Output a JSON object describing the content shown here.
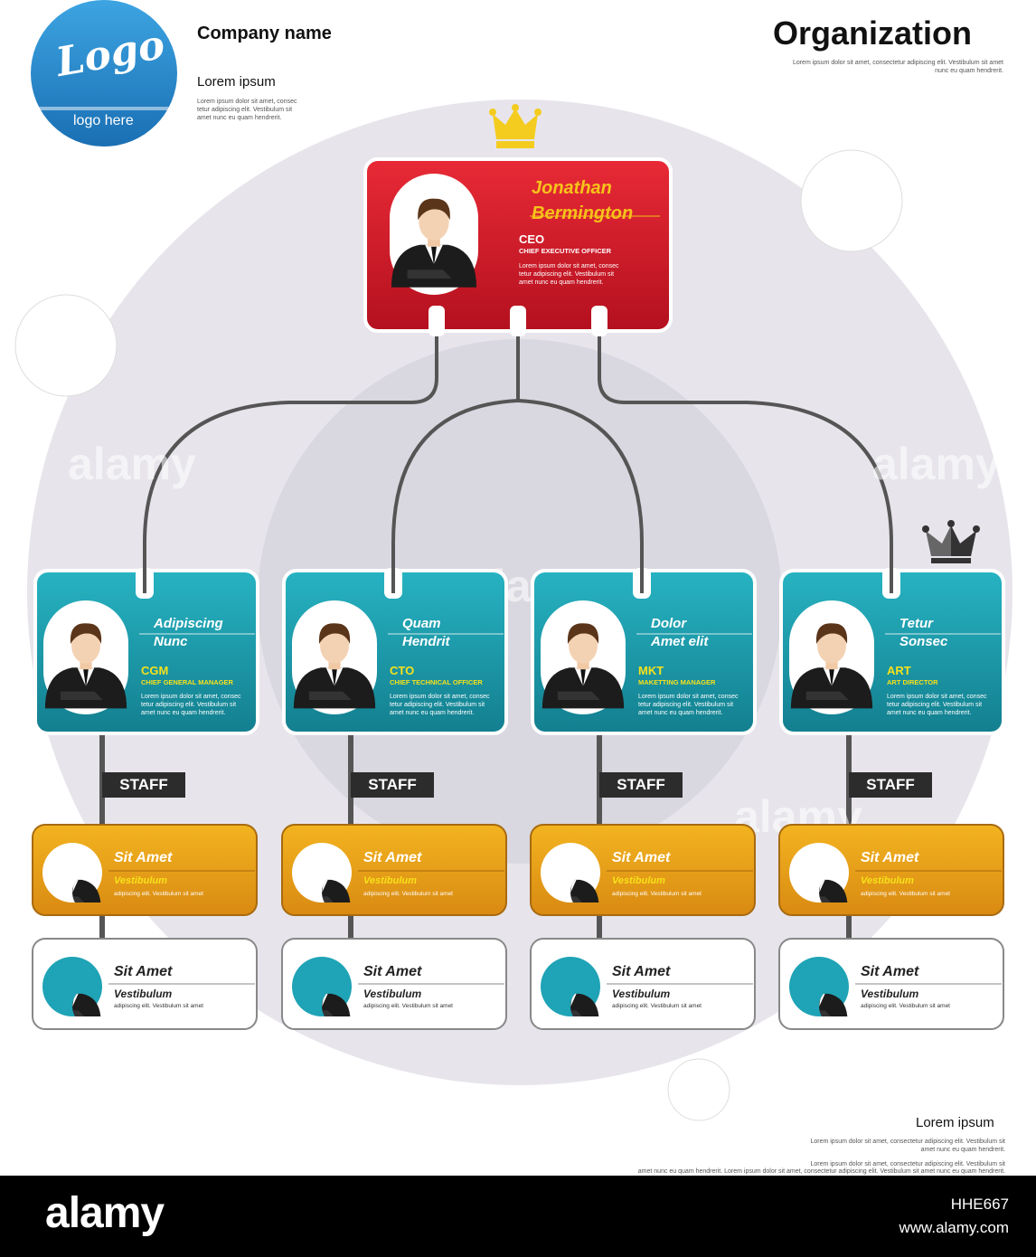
{
  "header": {
    "logo_word": "Logo",
    "logo_sub": "logo here",
    "company_name": "Company name",
    "lorem_title": "Lorem ipsum",
    "lorem_small": "Lorem ipsum dolor sit amet, consec tetur adipiscing elit. Vestibulum sit amet nunc eu quam hendrerit.",
    "page_title": "Organization",
    "title_small": "Lorem ipsum dolor sit amet, consectetur adipiscing elit. Vestibulum sit amet nunc eu quam hendrerit."
  },
  "ceo": {
    "name_line1": "Jonathan",
    "name_line2": "Bermington",
    "abbr": "CEO",
    "role": "CHIEF EXECUTIVE OFFICER",
    "desc": "Lorem ipsum dolor sit amet, consec tetur adipiscing elit. Vestibulum sit amet nunc eu quam hendrerit."
  },
  "managers": [
    {
      "name_line1": "Adipiscing",
      "name_line2": "Nunc",
      "abbr": "CGM",
      "role": "CHIEF GENERAL MANAGER",
      "desc": "Lorem ipsum dolor sit amet, consec tetur adipiscing elit. Vestibulum sit amet nunc eu quam hendrerit."
    },
    {
      "name_line1": "Quam",
      "name_line2": "Hendrit",
      "abbr": "CTO",
      "role": "CHIEF TECHNICAL OFFICER",
      "desc": "Lorem ipsum dolor sit amet, consec tetur adipiscing elit. Vestibulum sit amet nunc eu quam hendrerit."
    },
    {
      "name_line1": "Dolor",
      "name_line2": "Amet elit",
      "abbr": "MKT",
      "role": "MAKETTING MANAGER",
      "desc": "Lorem ipsum dolor sit amet, consec tetur adipiscing elit. Vestibulum sit amet nunc eu quam hendrerit."
    },
    {
      "name_line1": "Tetur",
      "name_line2": "Sonsec",
      "abbr": "ART",
      "role": "ART DIRECTOR",
      "desc": "Lorem ipsum dolor sit amet, consec tetur adipiscing elit. Vestibulum sit amet nunc eu quam hendrerit."
    }
  ],
  "staff_label": "STAFF",
  "staff": [
    {
      "name": "Sit  Amet",
      "title": "Vestibulum",
      "desc": "adipiscing elit. Vestibulum sit amet"
    },
    {
      "name": "Sit  Amet",
      "title": "Vestibulum",
      "desc": "adipiscing elit. Vestibulum sit amet"
    }
  ],
  "bottom": {
    "title": "Lorem ipsum",
    "line1": "Lorem ipsum dolor sit amet, consectetur adipiscing elit. Vestibulum sit",
    "line2": "amet nunc eu quam hendrerit.",
    "line3": "Lorem ipsum dolor sit amet, consectetur adipiscing elit. Vestibulum sit",
    "line4": "amet nunc eu quam hendrerit. Lorem ipsum dolor sit amet, consectetur adipiscing elit. Vestibulum sit amet nunc eu quam hendrerit."
  },
  "watermark": {
    "word": "alamy",
    "footer_logo": "alamy",
    "footer_id": "HHE667",
    "footer_url": "www.alamy.com"
  },
  "colors": {
    "ceo_red": "#d8202e",
    "manager_teal": "#1b9aa9",
    "staff_gold": "#e8a11a",
    "circle_grey": "#e6e4ea",
    "connector": "#555555",
    "name_yellow": "#f6c21a"
  },
  "icons": [
    "crown-gold-icon",
    "crown-dark-icon",
    "person-avatar-icon"
  ]
}
